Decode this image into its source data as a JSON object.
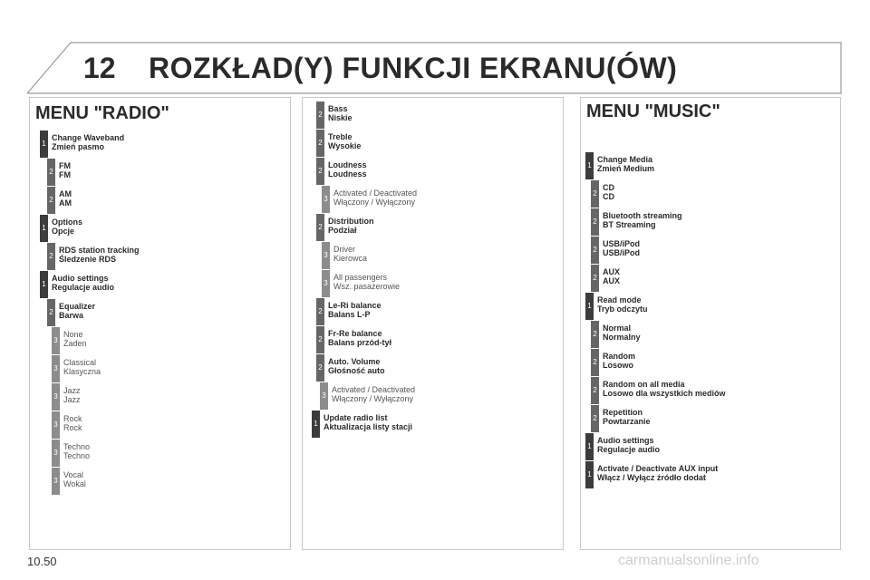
{
  "header": {
    "chapter": "12",
    "title": "ROZKŁAD(Y) FUNKCJI EKRANU(ÓW)"
  },
  "radio": {
    "title": "MENU \"RADIO\"",
    "items": [
      {
        "level": "1",
        "line1": "Change Waveband",
        "line2": "Zmień pasmo"
      },
      {
        "level": "2",
        "line1": "FM",
        "line2": "FM"
      },
      {
        "level": "2",
        "line1": "AM",
        "line2": "AM"
      },
      {
        "level": "1",
        "line1": "Options",
        "line2": "Opcje"
      },
      {
        "level": "2",
        "line1": "RDS station tracking",
        "line2": "Śledzenie RDS"
      },
      {
        "level": "1",
        "line1": "Audio settings",
        "line2": "Regulacje audio"
      },
      {
        "level": "2",
        "line1": "Equalizer",
        "line2": "Barwa"
      },
      {
        "level": "3",
        "line1": "None",
        "line2": "Żaden"
      },
      {
        "level": "3",
        "line1": "Classical",
        "line2": "Klasyczna"
      },
      {
        "level": "3",
        "line1": "Jazz",
        "line2": "Jazz"
      },
      {
        "level": "3",
        "line1": "Rock",
        "line2": "Rock"
      },
      {
        "level": "3",
        "line1": "Techno",
        "line2": "Techno"
      },
      {
        "level": "3",
        "line1": "Vocal",
        "line2": "Wokal"
      }
    ]
  },
  "middle": {
    "items": [
      {
        "level": "2",
        "line1": "Bass",
        "line2": "Niskie"
      },
      {
        "level": "2",
        "line1": "Treble",
        "line2": "Wysokie"
      },
      {
        "level": "2",
        "line1": "Loudness",
        "line2": "Loudness"
      },
      {
        "level": "3",
        "line1": "Activated / Deactivated",
        "line2": "Włączony / Wyłączony"
      },
      {
        "level": "2",
        "line1": "Distribution",
        "line2": "Podział"
      },
      {
        "level": "3",
        "line1": "Driver",
        "line2": "Kierowca"
      },
      {
        "level": "3",
        "line1": "All passengers",
        "line2": "Wsz. pasażerowie"
      },
      {
        "level": "2",
        "line1": "Le-Ri balance",
        "line2": "Balans L-P"
      },
      {
        "level": "2",
        "line1": "Fr-Re balance",
        "line2": "Balans przód-tył"
      },
      {
        "level": "2",
        "line1": "Auto. Volume",
        "line2": "Głośność auto"
      },
      {
        "level": "3",
        "line1": "Activated / Deactivated",
        "line2": "Włączony / Wyłączony"
      },
      {
        "level": "1",
        "line1": "Update radio list",
        "line2": "Aktualizacja listy stacji"
      }
    ]
  },
  "music": {
    "title": "MENU \"MUSIC\"",
    "items": [
      {
        "level": "1",
        "line1": "Change Media",
        "line2": "Zmień Medium"
      },
      {
        "level": "2",
        "line1": "CD",
        "line2": "CD"
      },
      {
        "level": "2",
        "line1": "Bluetooth streaming",
        "line2": "BT Streaming"
      },
      {
        "level": "2",
        "line1": "USB/iPod",
        "line2": "USB/iPod"
      },
      {
        "level": "2",
        "line1": "AUX",
        "line2": "AUX"
      },
      {
        "level": "1",
        "line1": "Read mode",
        "line2": "Tryb odczytu"
      },
      {
        "level": "2",
        "line1": "Normal",
        "line2": "Normalny"
      },
      {
        "level": "2",
        "line1": "Random",
        "line2": "Losowo"
      },
      {
        "level": "2",
        "line1": "Random on all media",
        "line2": "Losowo dla wszystkich mediów"
      },
      {
        "level": "2",
        "line1": "Repetition",
        "line2": "Powtarzanie"
      },
      {
        "level": "1",
        "line1": "Audio settings",
        "line2": "Regulacje audio"
      },
      {
        "level": "1",
        "line1": "Activate / Deactivate AUX input",
        "line2": "Włącz / Wyłącz źródło dodat"
      }
    ]
  },
  "footer": {
    "page": "10.50",
    "watermark": "carmanualsonline.info"
  }
}
